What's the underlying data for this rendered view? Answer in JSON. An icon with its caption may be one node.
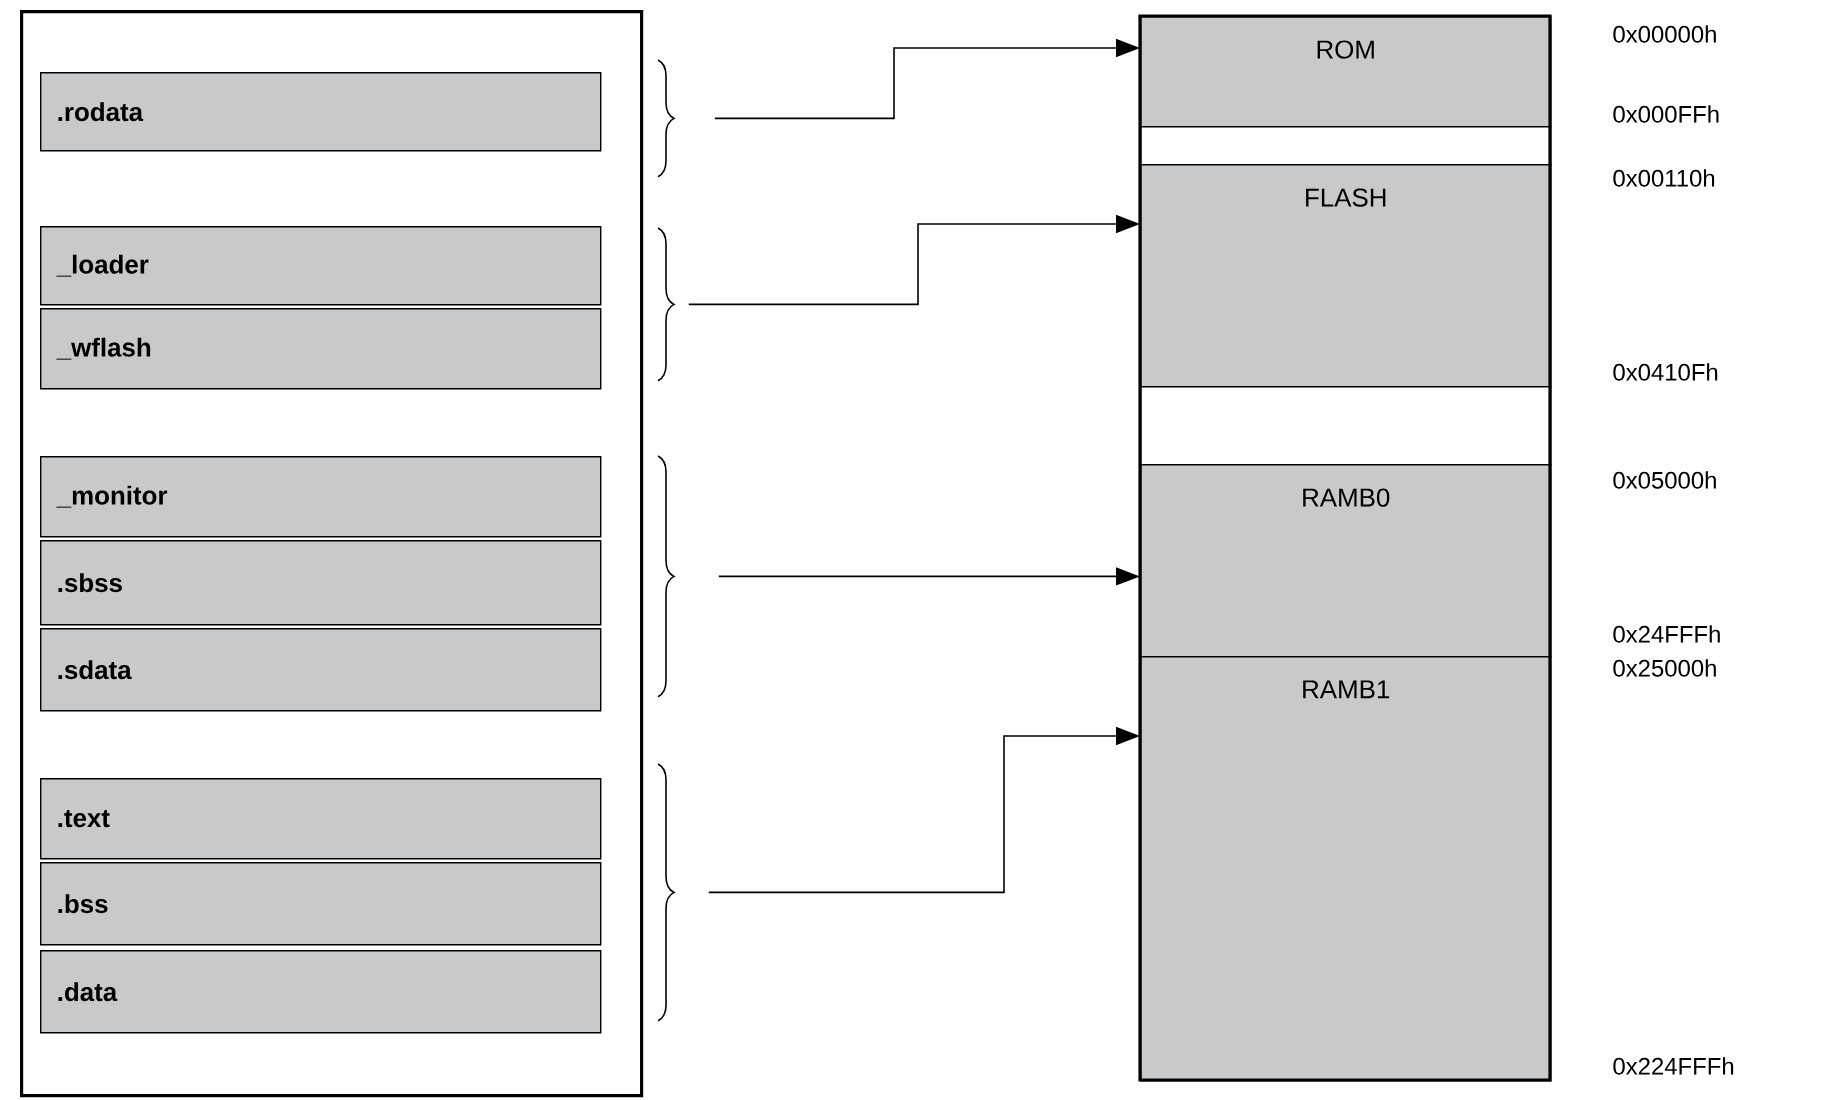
{
  "diagram": {
    "nodes": [
      {
        "text": [],
        "shape": "box"
      },
      {
        "text": [
          ".rodata"
        ],
        "in": 0
      },
      {
        "text": [
          "_loader"
        ],
        "in": 0
      },
      {
        "text": [
          "_wflash"
        ],
        "in": 0
      },
      {
        "text": [
          "_monitor"
        ],
        "in": 0
      },
      {
        "text": [
          ".sbss"
        ],
        "in": 0
      },
      {
        "text": [
          ".sdata"
        ],
        "in": 0
      },
      {
        "text": [
          ".text"
        ],
        "in": 0
      },
      {
        "text": [
          ".bss"
        ],
        "in": 0
      },
      {
        "text": [
          ".data"
        ],
        "in": 0
      },
      {
        "text": [],
        "shape": "brace"
      },
      {
        "text": [],
        "shape": "brace"
      },
      {
        "text": [],
        "shape": "brace"
      },
      {
        "text": [],
        "shape": "brace"
      },
      {
        "text": [
          "ROM"
        ]
      },
      {
        "text": [],
        "shape": "box"
      },
      {
        "text": [
          "FLASH"
        ]
      },
      {
        "text": [],
        "shape": "box"
      },
      {
        "text": [
          "RAMB0"
        ]
      },
      {
        "text": [
          "RAMB1"
        ]
      }
    ],
    "edges": [
      {
        "from": 10,
        "to": 14,
        "arrow": "to"
      },
      {
        "from": 11,
        "to": 16,
        "arrow": "to"
      },
      {
        "from": 12,
        "to": 18,
        "arrow": "to"
      },
      {
        "from": 13,
        "to": 19,
        "arrow": "to"
      }
    ],
    "labels": [
      "0x00000h",
      "0x000FFh",
      "0x00110h",
      "0x0410Fh",
      "0x05000h",
      "0x24FFFh",
      "0x25000h",
      "0x224FFFh"
    ]
  }
}
